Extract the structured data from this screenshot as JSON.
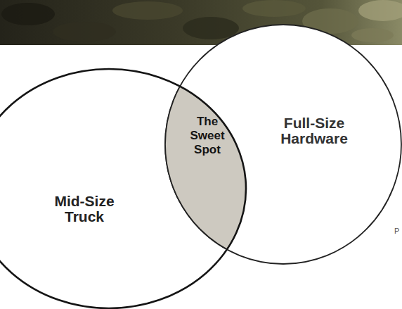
{
  "diagram": {
    "nodes": [
      {
        "text": [
          "Full-Size Hardware"
        ]
      },
      {
        "text": [
          "The Sweet Spot"
        ]
      },
      {
        "text": [
          "Mid-Size Truck"
        ]
      }
    ],
    "labels": [
      "P"
    ]
  }
}
